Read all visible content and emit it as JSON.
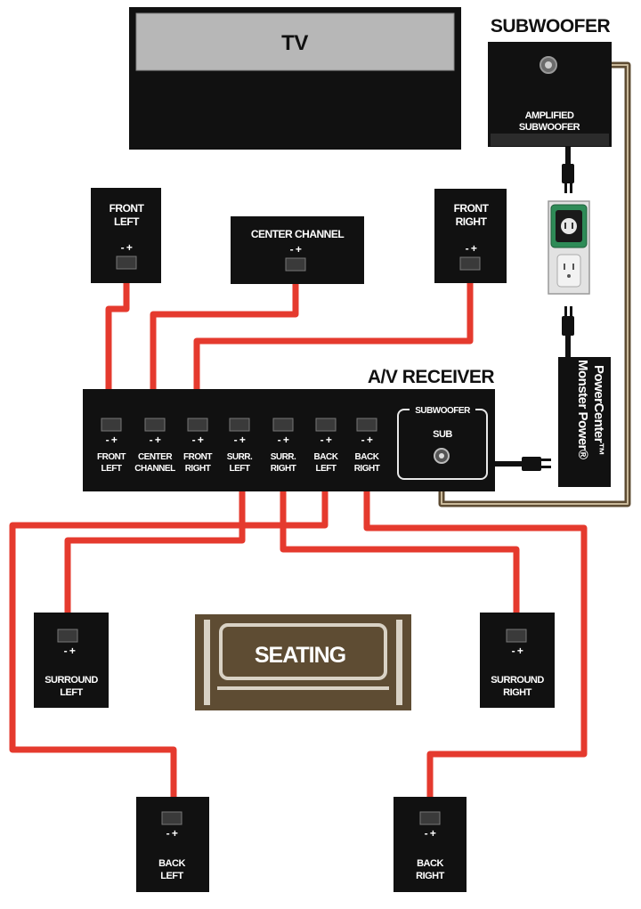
{
  "tv": {
    "label": "TV"
  },
  "subwoofer": {
    "title": "SUBWOOFER",
    "line1": "AMPLIFIED",
    "line2": "SUBWOOFER"
  },
  "speakers": {
    "front_left": {
      "line1": "FRONT",
      "line2": "LEFT",
      "polarity": "- +"
    },
    "center": {
      "line1": "CENTER CHANNEL",
      "polarity": "- +"
    },
    "front_right": {
      "line1": "FRONT",
      "line2": "RIGHT",
      "polarity": "- +"
    },
    "surround_left": {
      "line1": "SURROUND",
      "line2": "LEFT",
      "polarity": "- +"
    },
    "surround_right": {
      "line1": "SURROUND",
      "line2": "RIGHT",
      "polarity": "- +"
    },
    "back_left": {
      "line1": "BACK",
      "line2": "LEFT",
      "polarity": "- +"
    },
    "back_right": {
      "line1": "BACK",
      "line2": "RIGHT",
      "polarity": "- +"
    }
  },
  "receiver": {
    "title": "A/V RECEIVER",
    "sub_group_label": "SUBWOOFER",
    "sub_jack": "SUB",
    "channels": [
      {
        "l1": "FRONT",
        "l2": "LEFT",
        "pol": "- +"
      },
      {
        "l1": "CENTER",
        "l2": "CHANNEL",
        "pol": "- +"
      },
      {
        "l1": "FRONT",
        "l2": "RIGHT",
        "pol": "- +"
      },
      {
        "l1": "SURR.",
        "l2": "LEFT",
        "pol": "- +"
      },
      {
        "l1": "SURR.",
        "l2": "RIGHT",
        "pol": "- +"
      },
      {
        "l1": "BACK",
        "l2": "LEFT",
        "pol": "- +"
      },
      {
        "l1": "BACK",
        "l2": "RIGHT",
        "pol": "- +"
      }
    ]
  },
  "power_center": {
    "line1": "Monster Power®",
    "line2": "PowerCenter™"
  },
  "seating": {
    "label": "SEATING"
  },
  "colors": {
    "wire": "#e53a2e",
    "sub_cable": "#5e4c33",
    "seating": "#5e4c33",
    "outlet": "#2e8b57"
  }
}
